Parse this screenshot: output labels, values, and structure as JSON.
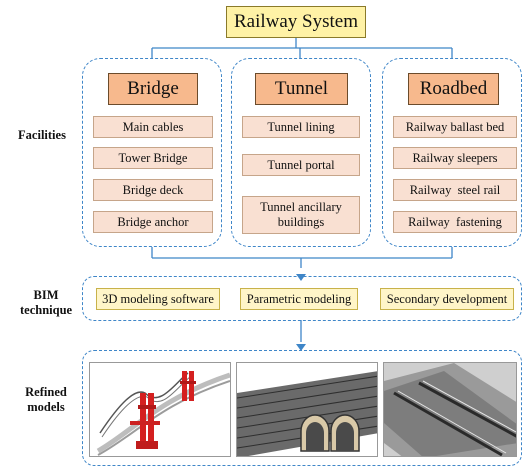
{
  "title": "Railway System",
  "side_labels": {
    "facilities": "Facilities",
    "bim": "BIM technique",
    "refined": "Refined models"
  },
  "facilities": [
    {
      "name": "Bridge",
      "items": [
        "Main cables",
        "Tower Bridge",
        "Bridge deck",
        "Bridge anchor"
      ]
    },
    {
      "name": "Tunnel",
      "items": [
        "Tunnel lining",
        "Tunnel portal",
        "Tunnel ancillary buildings"
      ]
    },
    {
      "name": "Roadbed",
      "items": [
        "Railway ballast bed",
        "Railway sleepers",
        "Railway  steel rail",
        "Railway  fastening"
      ]
    }
  ],
  "bim_techniques": [
    "3D modeling software",
    "Parametric modeling",
    "Secondary development"
  ],
  "models": [
    "bridge-model",
    "tunnel-model",
    "roadbed-model"
  ],
  "colors": {
    "connector": "#3f86c8",
    "title_fill": "#fff2a6",
    "category_fill": "#f7b98d",
    "item_fill": "#f9e0d2",
    "technique_fill": "#fff5c8"
  }
}
